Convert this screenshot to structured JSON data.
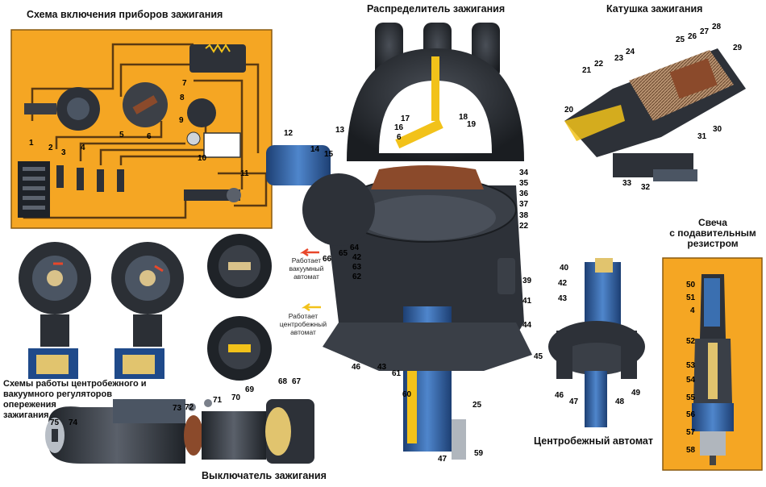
{
  "titles": {
    "wiring": "Схема включения приборов зажигания",
    "distributor": "Распределитель зажигания",
    "coil": "Катушка зажигания",
    "plug_line1": "Свеча",
    "plug_line2": "с подавительным",
    "plug_line3": "резистром",
    "regulators_line1": "Схемы работы центробежного и",
    "regulators_line2": "вакуумного регуляторов",
    "regulators_line3": "опережения",
    "regulators_line4": "зажигания",
    "switch": "Выключатель зажигания",
    "centrifugal": "Центробежный автомат"
  },
  "legend": {
    "vacuum_line1": "Работает",
    "vacuum_line2": "вакуумный автомат",
    "centrifugal_line1": "Работает",
    "centrifugal_line2": "центробежный",
    "centrifugal_line3": "автомат"
  },
  "colors": {
    "wiring_bg": "#f5a623",
    "plug_bg": "#f5a623",
    "vacuum_arrow": "#e8472a",
    "centrifugal_arrow": "#f2c21a",
    "metal_dark": "#2d3138",
    "metal_blue": "#3a6fb0",
    "copper": "#8b4a2b"
  },
  "labels": {
    "wiring": [
      "1",
      "2",
      "3",
      "4",
      "5",
      "6",
      "7",
      "8",
      "9",
      "10",
      "11"
    ],
    "distributor": [
      "12",
      "13",
      "14",
      "15",
      "16",
      "17",
      "18",
      "19",
      "6",
      "34",
      "35",
      "36",
      "37",
      "38",
      "22",
      "39",
      "41",
      "44",
      "42",
      "63",
      "62",
      "64",
      "65",
      "66",
      "46",
      "43",
      "61",
      "60",
      "25",
      "47",
      "59"
    ],
    "coil": [
      "20",
      "21",
      "22",
      "23",
      "24",
      "25",
      "26",
      "27",
      "28",
      "29",
      "30",
      "31",
      "32",
      "33"
    ],
    "plug": [
      "50",
      "51",
      "4",
      "52",
      "53",
      "54",
      "55",
      "56",
      "57",
      "58"
    ],
    "centrifugal": [
      "40",
      "42",
      "43",
      "45",
      "46",
      "47",
      "48",
      "49"
    ],
    "switch": [
      "75",
      "74",
      "73",
      "72",
      "71",
      "70",
      "69",
      "68",
      "67"
    ]
  }
}
